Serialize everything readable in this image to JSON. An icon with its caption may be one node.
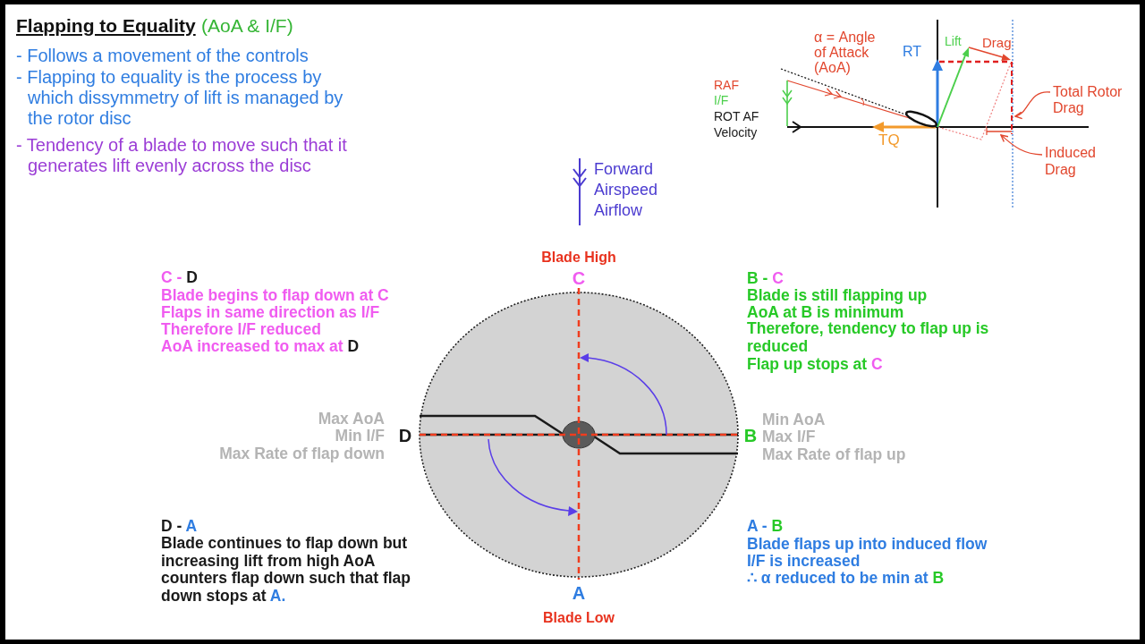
{
  "diagram": {
    "title": "Flapping to Equality",
    "nodes": [
      {
        "text": [
          "Total Rotor Drag"
        ]
      },
      {
        "text": [
          "Induced Drag"
        ]
      }
    ],
    "edges": [
      {
        "from": 0,
        "to": null,
        "arrow": "to"
      },
      {
        "from": 1,
        "to": null,
        "arrow": "to"
      }
    ],
    "labels": [
      "(AoA & I/F)",
      "- Follows a movement of the controls",
      "- Flapping to equality is the process by which dissymmetry of lift is managed by the rotor disc",
      "- Tendency of a blade to move such that it generates lift evenly across the disc",
      "α = Angle of Attack (AoA)",
      "RT",
      "Lift",
      "Drag",
      "RAF",
      "I/F",
      "ROT AF Velocity",
      "TQ",
      "Forward Airspeed Airflow",
      "Blade High",
      "C - D",
      "Blade begins to flap down at C",
      "Flaps in same direction as I/F",
      "Therefore I/F reduced",
      "AoA increased to max at D",
      "C",
      "B - C",
      "Blade is still flapping up",
      "AoA at B is minimum",
      "Therefore, tendency to flap up is reduced",
      "Flap up stops at C",
      "Max AoA",
      "Min I/F",
      "Max Rate of flap down",
      "D",
      "B",
      "Min AoA",
      "Max I/F",
      "Max Rate of flap up",
      "D - A",
      "Blade continues to flap down but increasing lift from high AoA counters flap down such that flap down stops at A.",
      "A - B",
      "Blade flaps up into induced flow",
      "I/F is increased",
      "∴ α reduced to be min at B",
      "A",
      "Blade Low"
    ]
  }
}
